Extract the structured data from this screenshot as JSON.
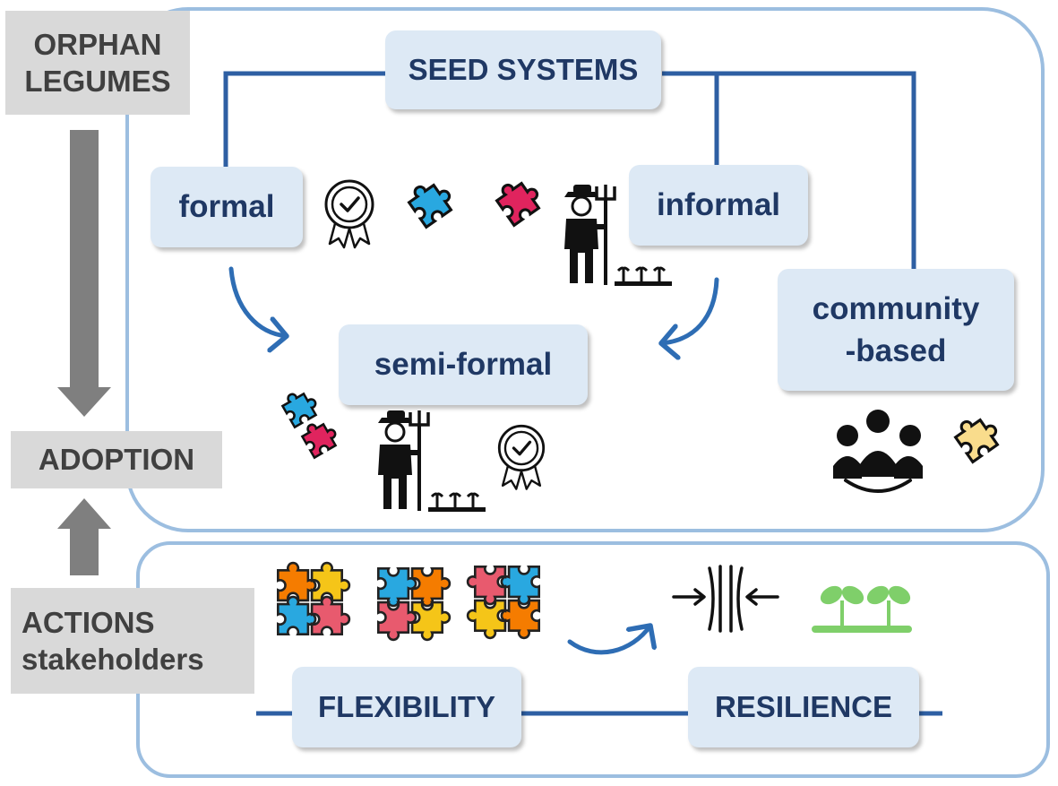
{
  "left_column": {
    "orphan_legumes": [
      "ORPHAN",
      "LEGUMES"
    ],
    "adoption": "ADOPTION",
    "actions_stakeholders": [
      "ACTIONS",
      "stakeholders"
    ]
  },
  "seed_systems": {
    "title": "SEED SYSTEMS",
    "formal": "formal",
    "informal": "informal",
    "semi_formal": "semi-formal",
    "community_based": [
      "community",
      "-based"
    ]
  },
  "outcomes": {
    "flexibility": "FLEXIBILITY",
    "resilience": "RESILIENCE"
  },
  "colors": {
    "panel_border": "#9cbee0",
    "connector": "#2e5fa3",
    "box_fill": "#dde9f5",
    "box_text": "#1f3864",
    "gray_fill": "#d9d9d9",
    "gray_text": "#404040",
    "gray_arrow": "#7f7f7f",
    "puzzle_blue": "#29a8e0",
    "puzzle_red": "#e0245e",
    "puzzle_yellow": "#f5c518",
    "puzzle_orange": "#f57c00",
    "puzzle_cream": "#f9dc8c",
    "seedling_green": "#7fcf6a"
  },
  "icons": [
    "certified-ribbon-icon",
    "puzzle-piece-icon",
    "farmer-icon",
    "community-group-icon",
    "puzzle-cluster-icon",
    "compression-arrows-icon",
    "seedlings-icon"
  ]
}
